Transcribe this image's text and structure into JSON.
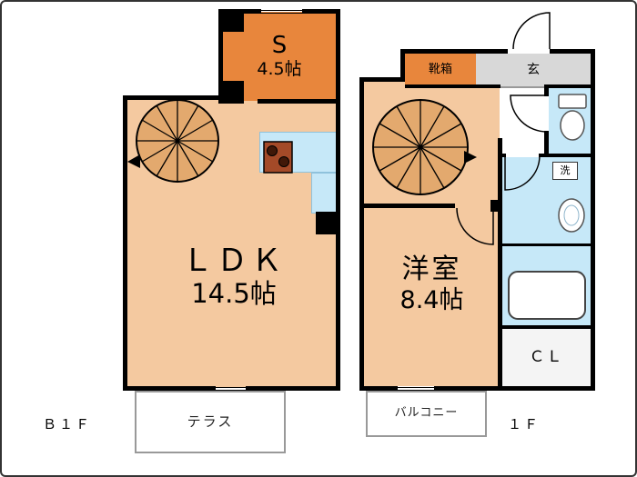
{
  "plan": {
    "b1f": {
      "floor_label": "Ｂ１Ｆ",
      "rooms": {
        "storage": {
          "name": "S",
          "size": "4.5帖"
        },
        "ldk": {
          "name": "ＬＤＫ",
          "size": "14.5帖"
        },
        "terrace": {
          "name": "テラス"
        }
      }
    },
    "f1": {
      "floor_label": "１Ｆ",
      "rooms": {
        "shoe_cabinet": {
          "name": "靴箱"
        },
        "entrance": {
          "name": "玄"
        },
        "western_room": {
          "name": "洋室",
          "size": "8.4帖"
        },
        "laundry": {
          "name": "洗"
        },
        "closet": {
          "name": "ＣＬ"
        },
        "balcony": {
          "name": "バルコニー"
        }
      }
    }
  },
  "icons": {
    "spiral_staircase": "spiral-staircase",
    "stove": "stove",
    "toilet": "toilet",
    "sink": "sink",
    "bathtub": "bathtub",
    "door_swing": "door-swing-arc"
  },
  "colors": {
    "wall": "#000000",
    "room_peach": "#F4C9A0",
    "room_orange": "#E8863C",
    "water_blue": "#C6E8F8",
    "entry_gray": "#D8D8D8",
    "stair_tan": "#E3A96E",
    "outdoor_border": "#999999"
  }
}
